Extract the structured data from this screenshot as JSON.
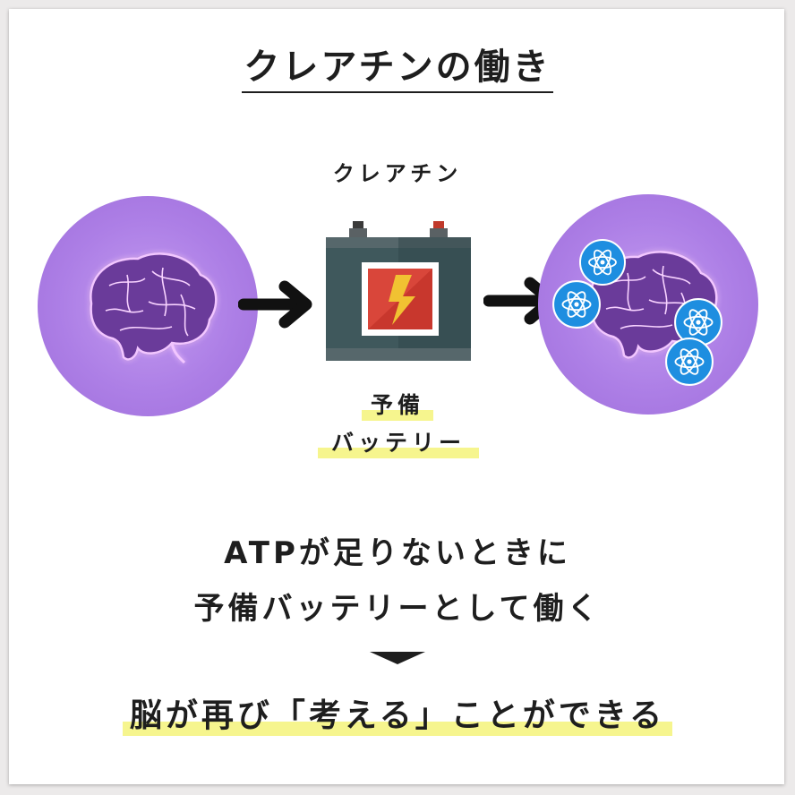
{
  "title": "クレアチンの働き",
  "creatine_label": "クレアチン",
  "battery_label_line1": "予備",
  "battery_label_line2": "バッテリー",
  "message_line1": "ATPが足りないときに",
  "message_line2": "予備バッテリーとして働く",
  "result": "脳が再び「考える」ことができる",
  "colors": {
    "circle": "#ad7fe6",
    "brain_glow": "#e7b7ff",
    "battery_body": "#3d5a5f",
    "highlight": "#f6f58e",
    "atom": "#1e8ee0"
  }
}
